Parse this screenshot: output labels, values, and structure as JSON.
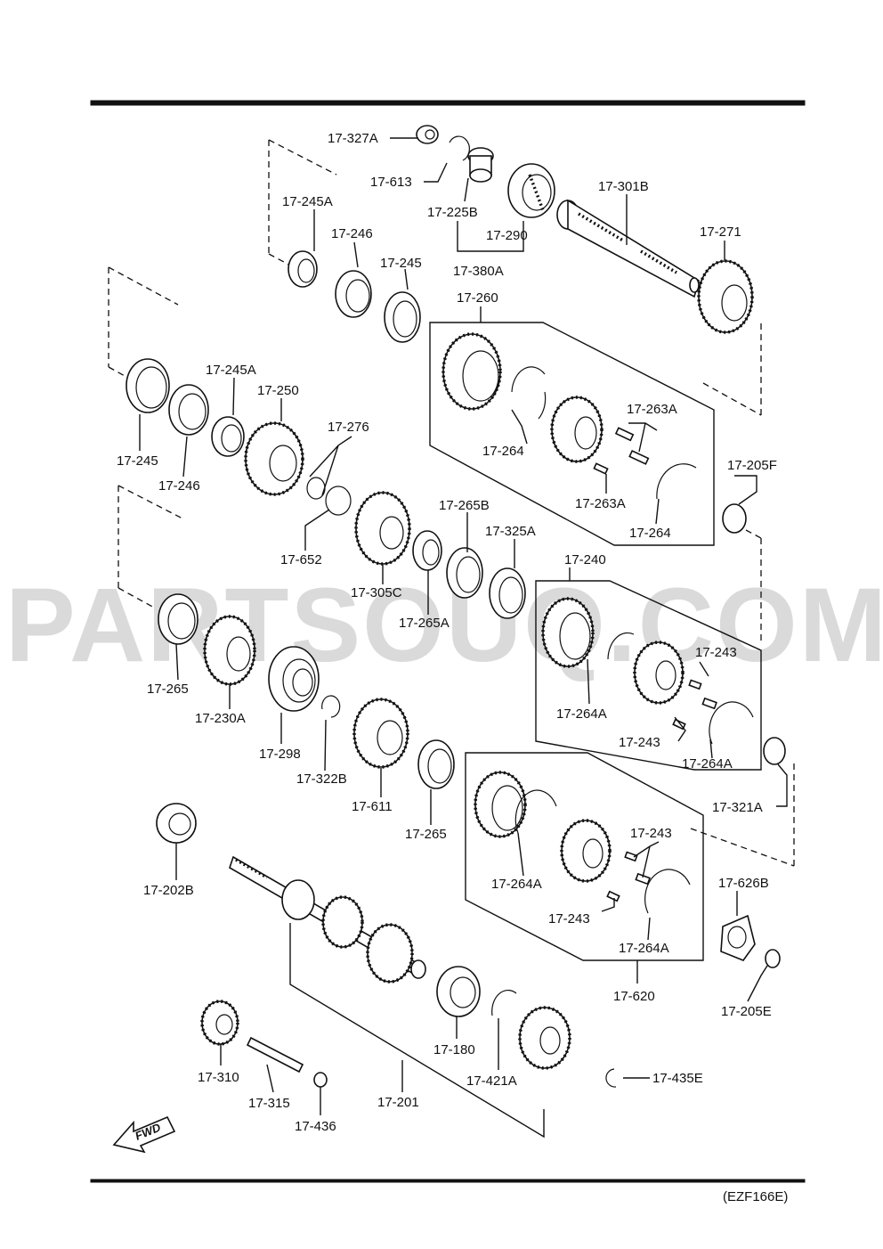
{
  "watermark": "PARTSOUQ.COM",
  "diagram_code": "(EZF166E)",
  "fwd_label": "FWD",
  "labels": [
    {
      "id": "l1",
      "text": "17-327A"
    },
    {
      "id": "l2",
      "text": "17-613"
    },
    {
      "id": "l3",
      "text": "17-225B"
    },
    {
      "id": "l4",
      "text": "17-290"
    },
    {
      "id": "l5",
      "text": "17-380A"
    },
    {
      "id": "l6",
      "text": "17-301B"
    },
    {
      "id": "l7",
      "text": "17-271"
    },
    {
      "id": "l8",
      "text": "17-245A"
    },
    {
      "id": "l9",
      "text": "17-246"
    },
    {
      "id": "l10",
      "text": "17-245"
    },
    {
      "id": "l11",
      "text": "17-260"
    },
    {
      "id": "l12",
      "text": "17-245A"
    },
    {
      "id": "l13",
      "text": "17-250"
    },
    {
      "id": "l14",
      "text": "17-276"
    },
    {
      "id": "l15",
      "text": "17-264"
    },
    {
      "id": "l16",
      "text": "17-263A"
    },
    {
      "id": "l17",
      "text": "17-245"
    },
    {
      "id": "l18",
      "text": "17-246"
    },
    {
      "id": "l19",
      "text": "17-263A"
    },
    {
      "id": "l20",
      "text": "17-205F"
    },
    {
      "id": "l21",
      "text": "17-264"
    },
    {
      "id": "l22",
      "text": "17-265B"
    },
    {
      "id": "l23",
      "text": "17-325A"
    },
    {
      "id": "l24",
      "text": "17-652"
    },
    {
      "id": "l25",
      "text": "17-240"
    },
    {
      "id": "l26",
      "text": "17-305C"
    },
    {
      "id": "l27",
      "text": "17-265A"
    },
    {
      "id": "l28",
      "text": "17-243"
    },
    {
      "id": "l29",
      "text": "17-265"
    },
    {
      "id": "l30",
      "text": "17-264A"
    },
    {
      "id": "l31",
      "text": "17-230A"
    },
    {
      "id": "l32",
      "text": "17-243"
    },
    {
      "id": "l33",
      "text": "17-298"
    },
    {
      "id": "l34",
      "text": "17-264A"
    },
    {
      "id": "l35",
      "text": "17-322B"
    },
    {
      "id": "l36",
      "text": "17-321A"
    },
    {
      "id": "l37",
      "text": "17-611"
    },
    {
      "id": "l38",
      "text": "17-265"
    },
    {
      "id": "l39",
      "text": "17-243"
    },
    {
      "id": "l40",
      "text": "17-202B"
    },
    {
      "id": "l41",
      "text": "17-264A"
    },
    {
      "id": "l42",
      "text": "17-626B"
    },
    {
      "id": "l43",
      "text": "17-243"
    },
    {
      "id": "l44",
      "text": "17-264A"
    },
    {
      "id": "l45",
      "text": "17-620"
    },
    {
      "id": "l46",
      "text": "17-205E"
    },
    {
      "id": "l47",
      "text": "17-180"
    },
    {
      "id": "l48",
      "text": "17-310"
    },
    {
      "id": "l49",
      "text": "17-421A"
    },
    {
      "id": "l50",
      "text": "17-435E"
    },
    {
      "id": "l51",
      "text": "17-315"
    },
    {
      "id": "l52",
      "text": "17-201"
    },
    {
      "id": "l53",
      "text": "17-436"
    }
  ]
}
